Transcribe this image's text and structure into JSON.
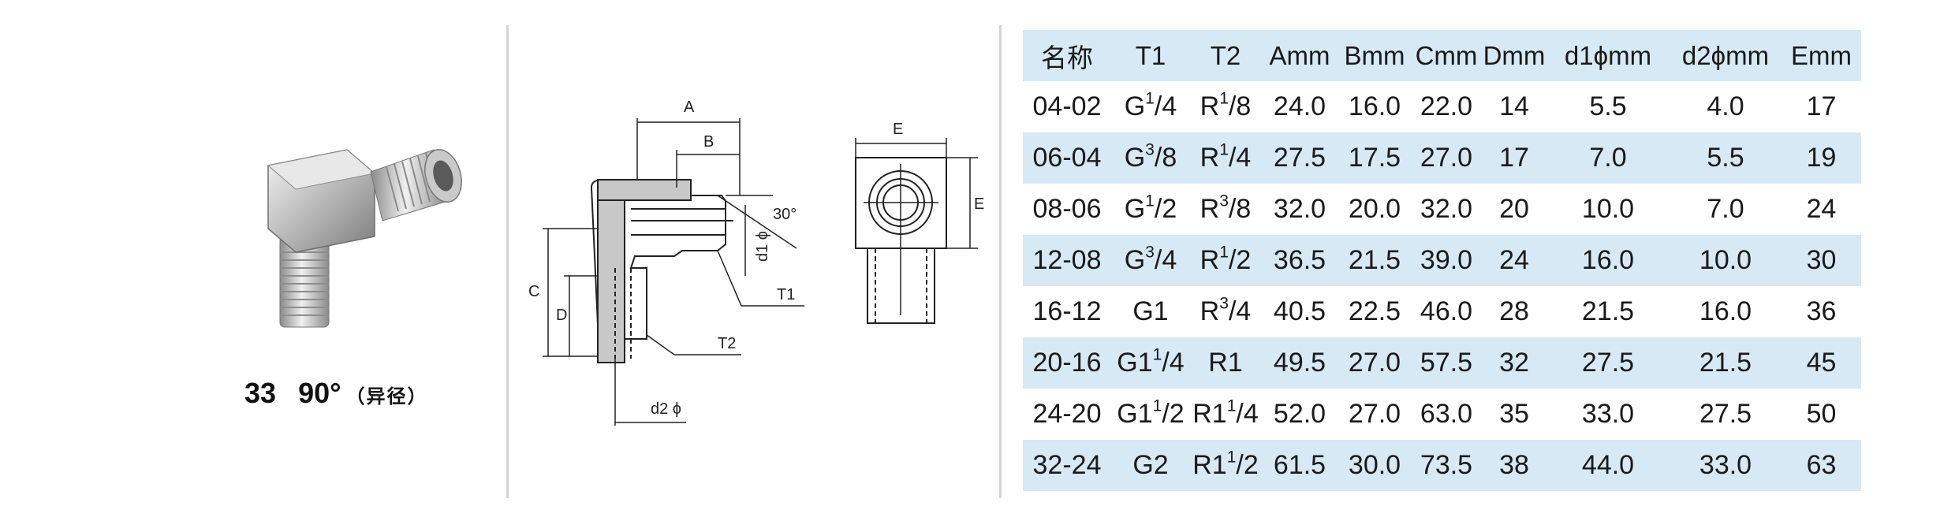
{
  "product": {
    "code": "33",
    "angle": "90°",
    "variant": "（异径）"
  },
  "drawing": {
    "labels": {
      "a": "A",
      "b": "B",
      "c": "C",
      "d": "D",
      "e_top": "E",
      "e_side": "E",
      "t1": "T1",
      "t2": "T2",
      "d1": "d1 ϕ",
      "d2": "d2 ϕ",
      "angle": "30°"
    }
  },
  "table": {
    "headers": [
      "名称",
      "T1",
      "T2",
      "Amm",
      "Bmm",
      "Cmm",
      "Dmm",
      "d1ϕmm",
      "d2ϕmm",
      "Emm"
    ],
    "rows": [
      [
        "04-02",
        "G1/4",
        "R1/8",
        "24.0",
        "16.0",
        "22.0",
        "14",
        "5.5",
        "4.0",
        "17"
      ],
      [
        "06-04",
        "G3/8",
        "R1/4",
        "27.5",
        "17.5",
        "27.0",
        "17",
        "7.0",
        "5.5",
        "19"
      ],
      [
        "08-06",
        "G1/2",
        "R3/8",
        "32.0",
        "20.0",
        "32.0",
        "20",
        "10.0",
        "7.0",
        "24"
      ],
      [
        "12-08",
        "G3/4",
        "R1/2",
        "36.5",
        "21.5",
        "39.0",
        "24",
        "16.0",
        "10.0",
        "30"
      ],
      [
        "16-12",
        "G1",
        "R3/4",
        "40.5",
        "22.5",
        "46.0",
        "28",
        "21.5",
        "16.0",
        "36"
      ],
      [
        "20-16",
        "G11/4",
        "R1",
        "49.5",
        "27.0",
        "57.5",
        "32",
        "27.5",
        "21.5",
        "45"
      ],
      [
        "24-20",
        "G11/2",
        "R11/4",
        "52.0",
        "27.0",
        "63.0",
        "35",
        "33.0",
        "27.5",
        "50"
      ],
      [
        "32-24",
        "G2",
        "R11/2",
        "61.5",
        "30.0",
        "73.5",
        "38",
        "44.0",
        "33.0",
        "63"
      ]
    ]
  }
}
